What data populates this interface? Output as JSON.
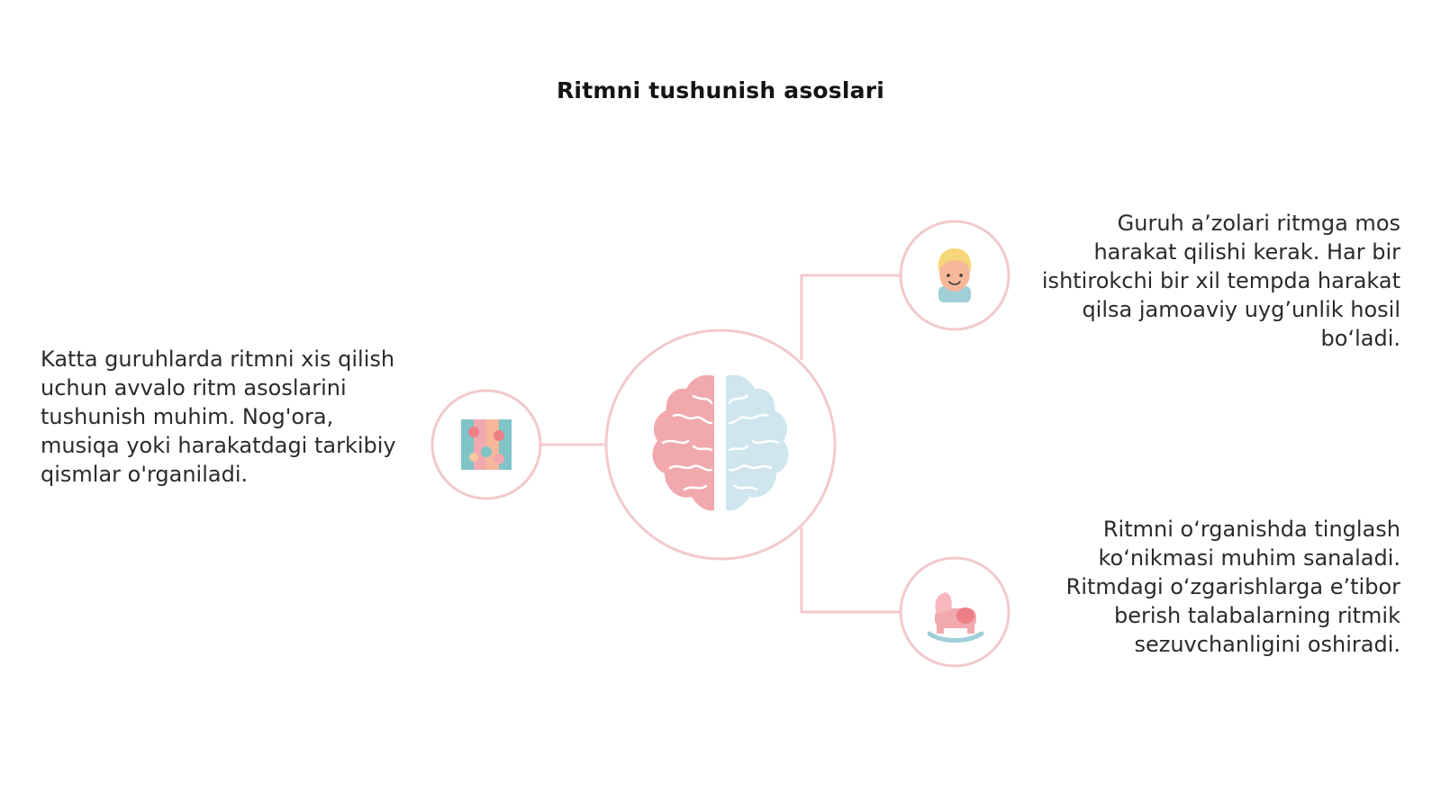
{
  "slide": {
    "title": "Ritmni tushunish asoslari"
  },
  "nodes": {
    "center": {
      "icon": "brain-icon"
    },
    "left": {
      "icon": "puzzle-icon",
      "text": "Katta guruhlarda ritmni xis qilish uchun avvalo ritm asoslarini tushunish muhim. Nog'ora, musiqa yoki harakatdagi tarkibiy qismlar o'rganiladi."
    },
    "top_right": {
      "icon": "child-face-icon",
      "text": "Guruh a’zolari ritmga mos harakat qilishi kerak. Har bir ishtirokchi bir xil tempda harakat qilsa jamoaviy uyg’unlik hosil bo‘ladi."
    },
    "bottom_right": {
      "icon": "rocking-horse-icon",
      "text": "Ritmni o‘rganishda tinglash ko‘nikmasi muhim sanaladi. Ritmdagi o‘zgarishlarga e’tibor berish talabalarning ritmik sezuvchanligini oshiradi."
    }
  },
  "colors": {
    "connector": "#f2c9cc",
    "brain_left": "#f1a9ae",
    "brain_right": "#cfe6ef",
    "accent_teal": "#7fc4c6",
    "accent_coral": "#ee7f86"
  }
}
